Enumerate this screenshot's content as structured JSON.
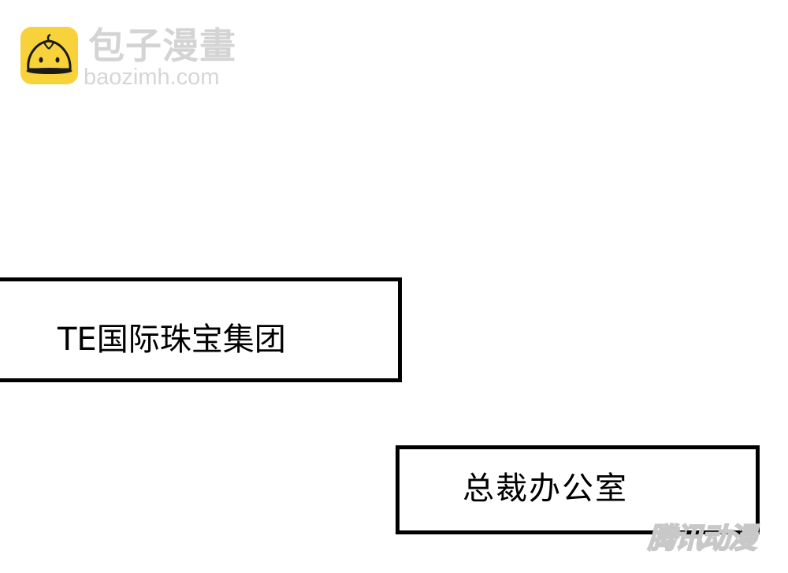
{
  "logo": {
    "icon": "steamed-bun-icon",
    "title": "包子漫畫",
    "url": "baozimh.com",
    "colors": {
      "icon_bg": "#f7d23a",
      "text": "#d4d4d4"
    }
  },
  "panel": {
    "captions": [
      {
        "text": "TE国际珠宝集团"
      },
      {
        "text": "总裁办公室"
      }
    ],
    "border_color": "#000000"
  },
  "watermark": {
    "text": "腾讯动漫",
    "color": "#c8c8c8"
  }
}
